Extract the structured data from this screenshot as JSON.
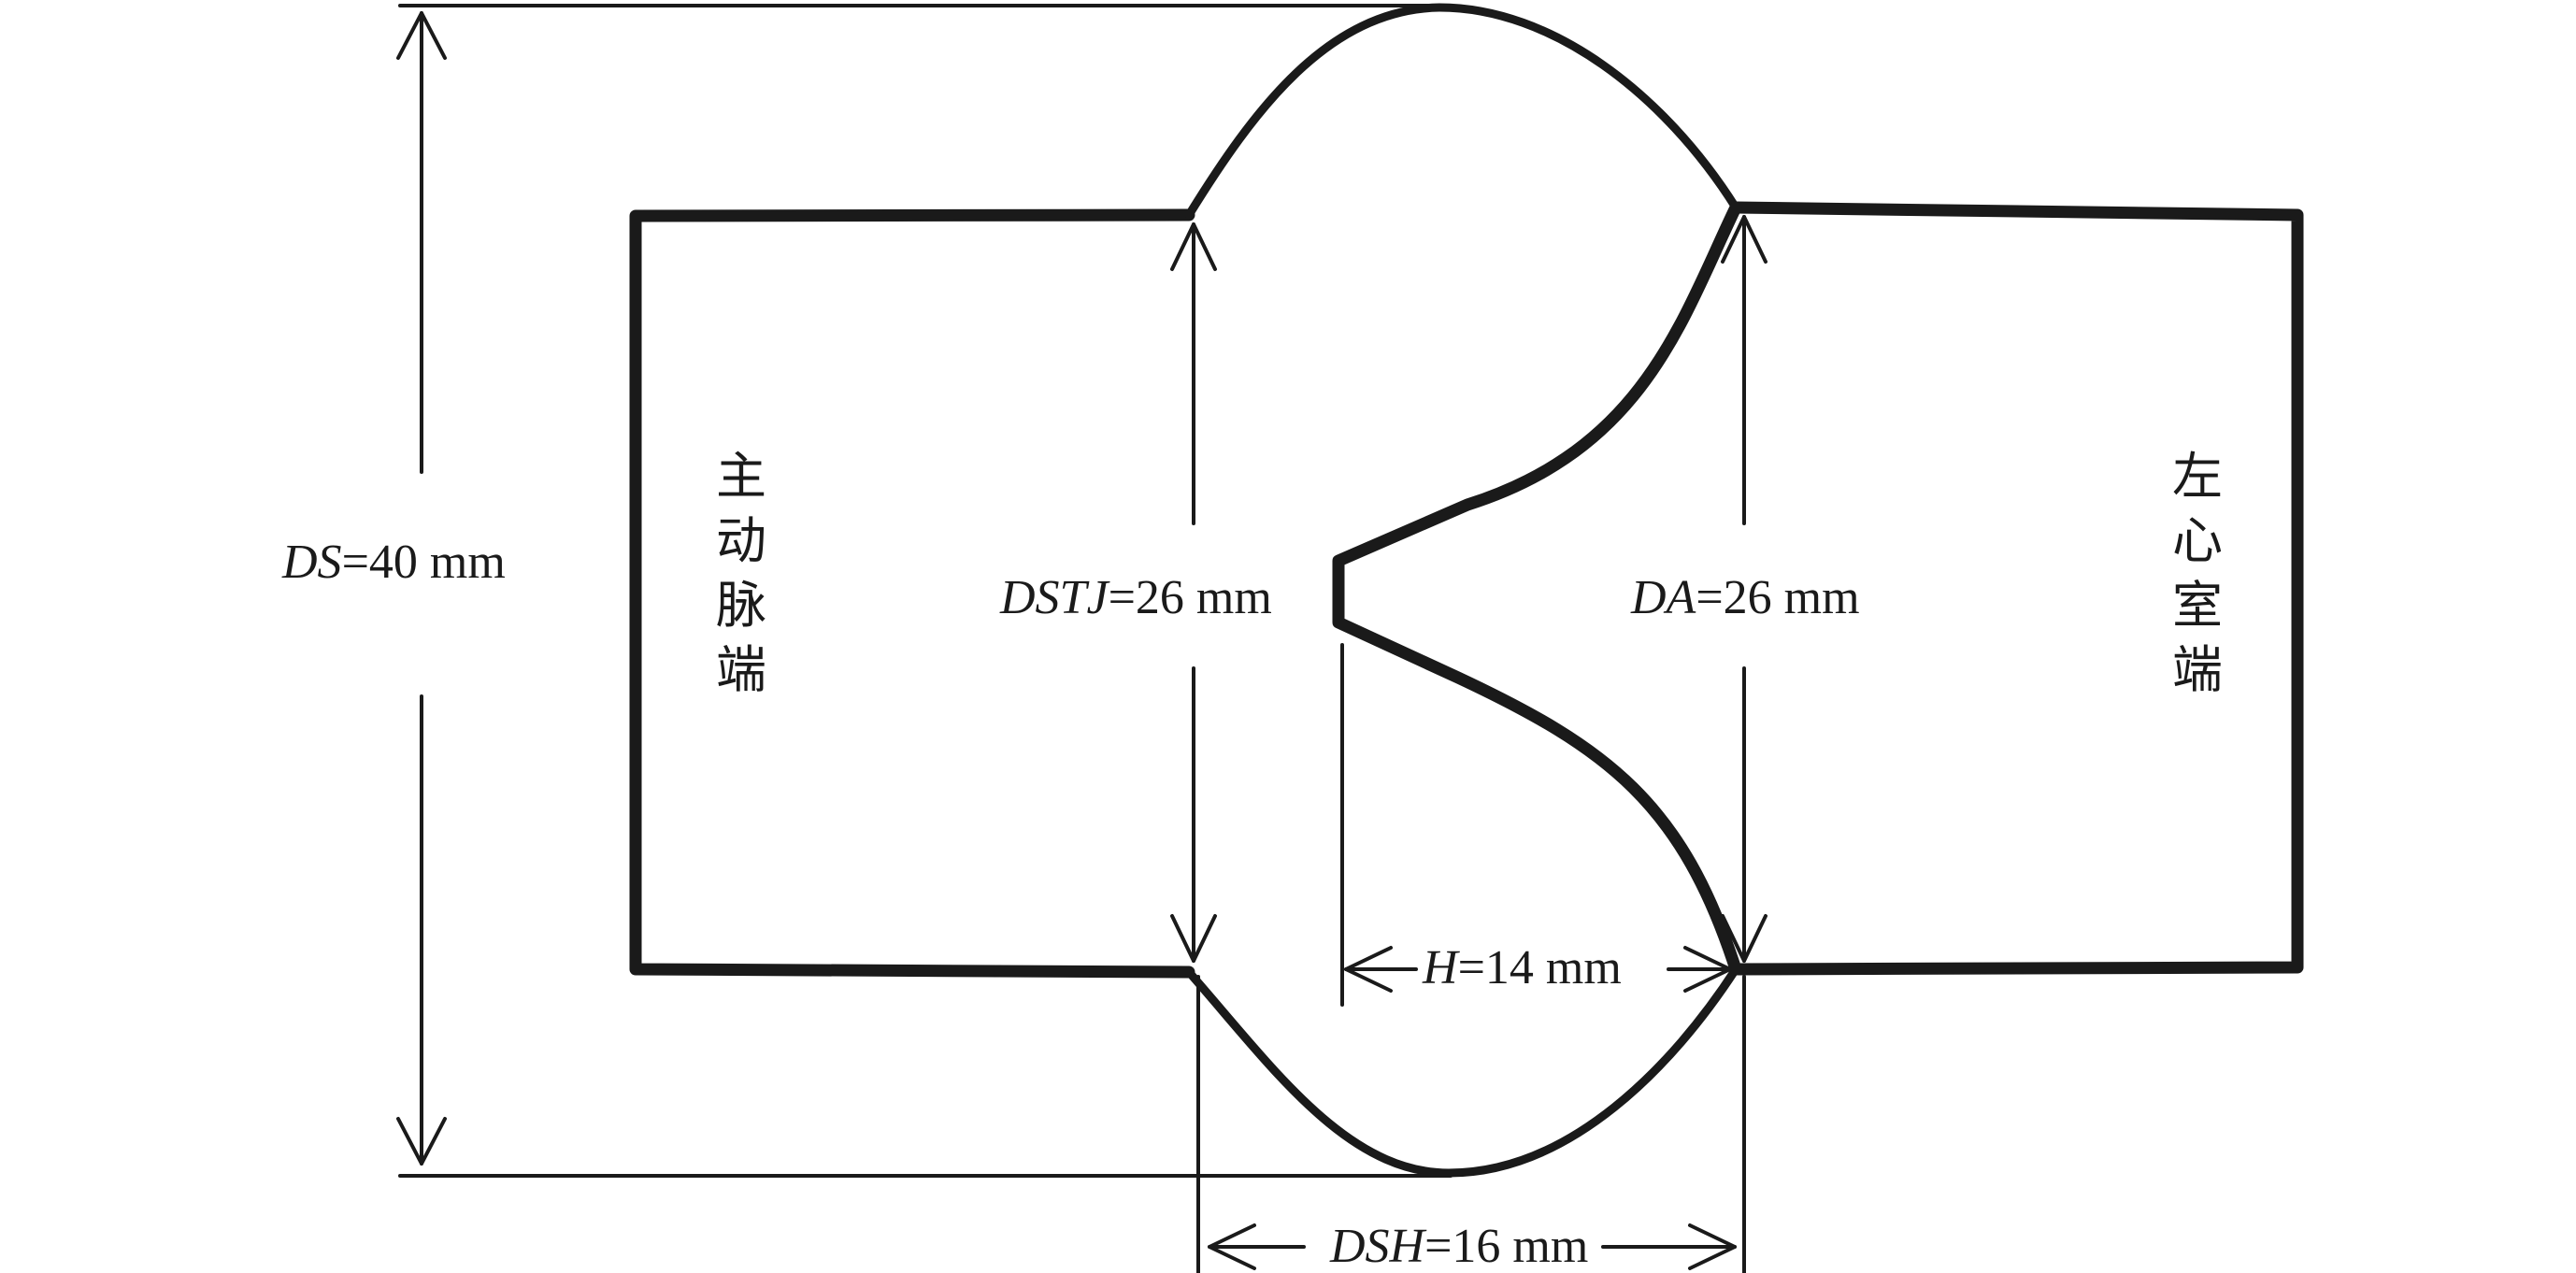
{
  "labels": {
    "ds": {
      "var": "DS",
      "value": "=40 mm"
    },
    "dstj": {
      "var": "DSTJ",
      "value": "=26 mm"
    },
    "da": {
      "var": "DA",
      "value": "=26 mm"
    },
    "h": {
      "var": "H",
      "value": "=14 mm"
    },
    "dsh": {
      "var": "DSH",
      "value": "=16 mm"
    }
  },
  "ends": {
    "aortic": [
      "主",
      "动",
      "脉",
      "端"
    ],
    "ventricular": [
      "左",
      "心",
      "室",
      "端"
    ]
  },
  "colors": {
    "stroke": "#1a1a1a",
    "background": "#ffffff"
  }
}
